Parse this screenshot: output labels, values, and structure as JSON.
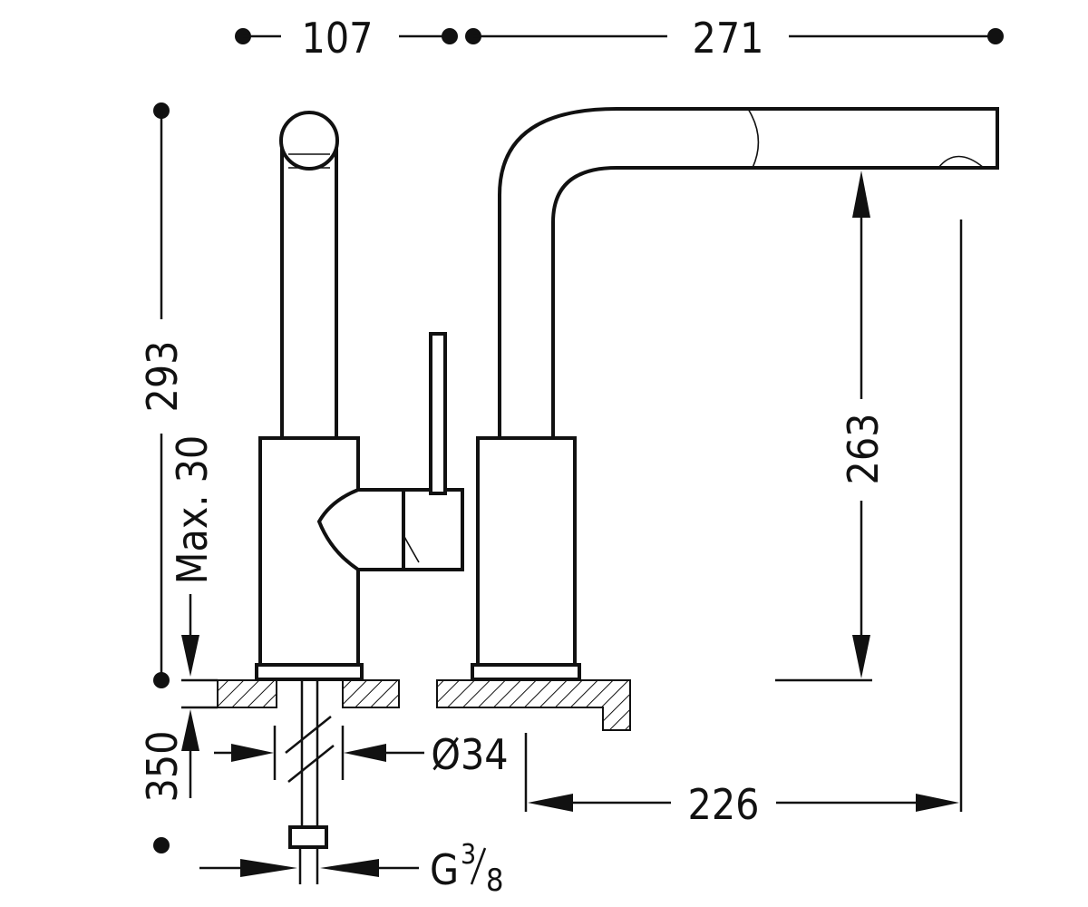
{
  "dimensions": {
    "top_left_width": "107",
    "top_right_width": "271",
    "overall_height": "293",
    "max_deck": "Max. 30",
    "spout_height": "263",
    "hose_length": "350",
    "hole_diameter": "Ø34",
    "reach": "226",
    "thread_main": "G",
    "thread_num": "3",
    "thread_den": "8"
  }
}
